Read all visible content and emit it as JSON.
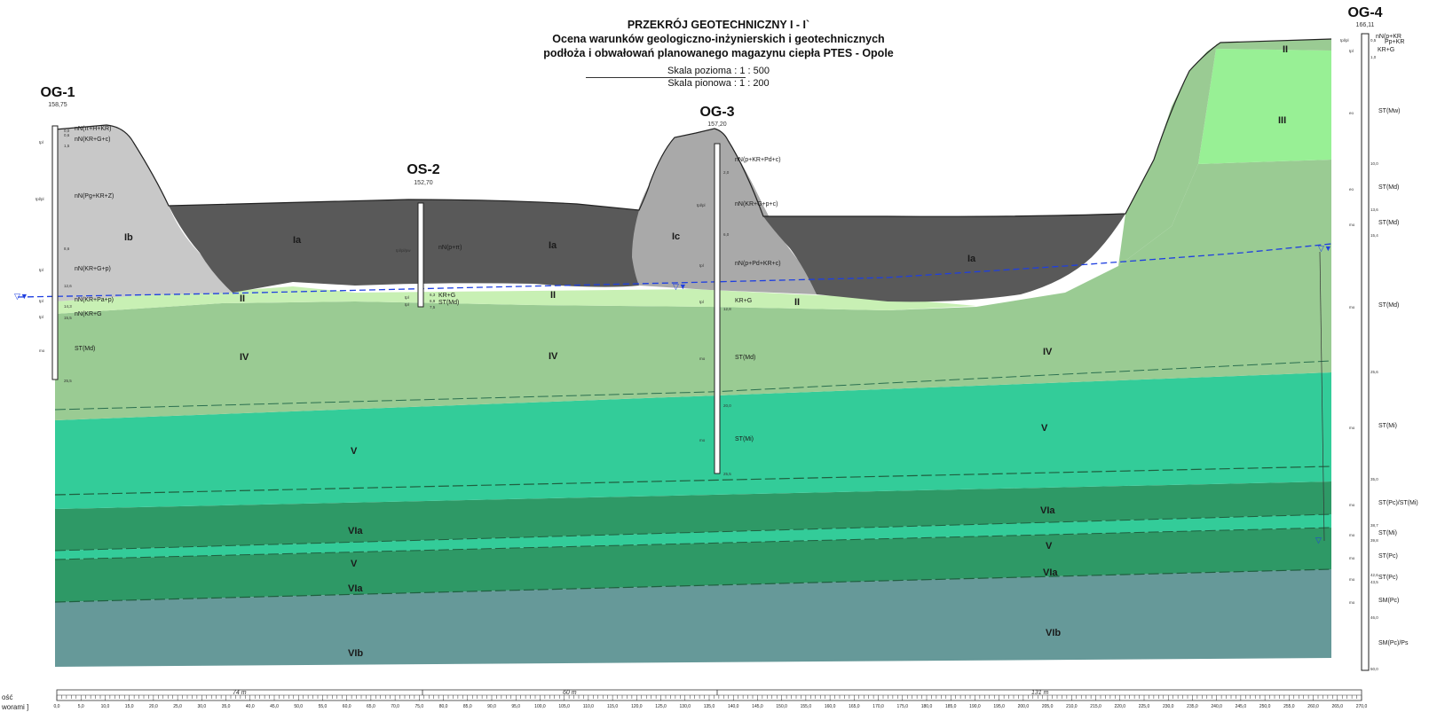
{
  "title": {
    "line1": "PRZEKRÓJ GEOTECHNICZNY I - I`",
    "line2": "Ocena warunków geologiczno-inżynierskich i geotechnicznych",
    "line3": "podłoża i obwałowań planowanego magazynu ciepła PTES - Opole",
    "scale_h": "Skala pozioma : 1 : 500",
    "scale_v": "Skala pionowa : 1 : 200"
  },
  "colors": {
    "Ia": "#595959",
    "Ib": "#c8c8c8",
    "Ic": "#a9a9a9",
    "II": "#c8f0b4",
    "III": "#98f095",
    "IV": "#9acb93",
    "V": "#33cc99",
    "VIa": "#2e9966",
    "VIb": "#669999",
    "water": "#1f3fe0"
  },
  "boreholes": [
    {
      "name": "OG-1",
      "elevation": "158,75",
      "depths": [
        "0,0",
        "0,6",
        "1,5",
        "8,6",
        "12,6",
        "14,3",
        "15,5",
        "25,5"
      ],
      "genesis": [
        "tpl",
        "tpl/pl",
        "tpl",
        "tpl",
        "tpl",
        "mo"
      ],
      "soils": [
        "nN(π+H+KR)",
        "nN(KR+G+c)",
        "nN(Pg+KR+Z)",
        "nN(KR+G+p)",
        "nN(KR+Pa+p)",
        "nN(KR+G",
        "ST(Md)"
      ]
    },
    {
      "name": "OS-2",
      "elevation": "152,70",
      "depths": [
        "0,0",
        "6,3",
        "6,9",
        "7,5"
      ],
      "genesis": [
        "tpl/pl/pw",
        "tpl",
        "tpl"
      ],
      "soils": [
        "nN(p+π)",
        "KR+G",
        "ST(Md)"
      ]
    },
    {
      "name": "OG-3",
      "elevation": "157,20",
      "depths": [
        "0,0",
        "2,0",
        "6,0",
        "12,8",
        "20,0",
        "25,5"
      ],
      "genesis": [
        "tpl/pl",
        "tpl",
        "tpl",
        "mo",
        "mo"
      ],
      "soils": [
        "nN(p+KR+Pd+c)",
        "nN(KR+G+p+c)",
        "nN(p+Pd+KR+c)",
        "KR+G",
        "ST(Md)",
        "ST(Mi)"
      ]
    },
    {
      "name": "OG-4",
      "elevation": "166,11",
      "depths": [
        "0,0",
        "0,5",
        "1,0",
        "10,0",
        "13,6",
        "15,4",
        "25,6",
        "35,0",
        "38,7",
        "39,8",
        "42,6",
        "43,5",
        "46,0",
        "50,0"
      ],
      "genesis": [
        "tpl/pl",
        "tpl",
        "eo",
        "eo",
        "mo",
        "mo",
        "mo",
        "mo",
        "mo",
        "mo",
        "mo",
        "mo"
      ],
      "soils": [
        "nN(p+KR",
        "Pp+KR",
        "KR+G",
        "ST(Mw)",
        "ST(Md)",
        "ST(Md)",
        "ST(Md)",
        "ST(Mi)",
        "ST(Pc)/ST(Mi)",
        "ST(Mi)",
        "ST(Pc)",
        "ST(Pc)",
        "SM(Pc)",
        "SM(Pc)/Ps"
      ]
    }
  ],
  "layers": {
    "ia": "Ia",
    "ib": "Ib",
    "ic": "Ic",
    "ii": "II",
    "iii": "III",
    "iv": "IV",
    "v": "V",
    "via": "VIa",
    "vib": "VIb"
  },
  "axis": {
    "row_label_1": "ość",
    "row_label_2": "worami ]",
    "segments": [
      "74 m",
      "60 m",
      "131 m"
    ],
    "ticks": [
      "0,0",
      "5,0",
      "10,0",
      "15,0",
      "20,0",
      "25,0",
      "30,0",
      "35,0",
      "40,0",
      "45,0",
      "50,0",
      "55,0",
      "60,0",
      "65,0",
      "70,0",
      "75,0",
      "80,0",
      "85,0",
      "90,0",
      "95,0",
      "100,0",
      "105,0",
      "110,0",
      "115,0",
      "120,0",
      "125,0",
      "130,0",
      "135,0",
      "140,0",
      "145,0",
      "150,0",
      "155,0",
      "160,0",
      "165,0",
      "170,0",
      "175,0",
      "180,0",
      "185,0",
      "190,0",
      "195,0",
      "200,0",
      "205,0",
      "210,0",
      "215,0",
      "220,0",
      "225,0",
      "230,0",
      "235,0",
      "240,0",
      "245,0",
      "250,0",
      "255,0",
      "260,0",
      "265,0",
      "270,0"
    ]
  }
}
